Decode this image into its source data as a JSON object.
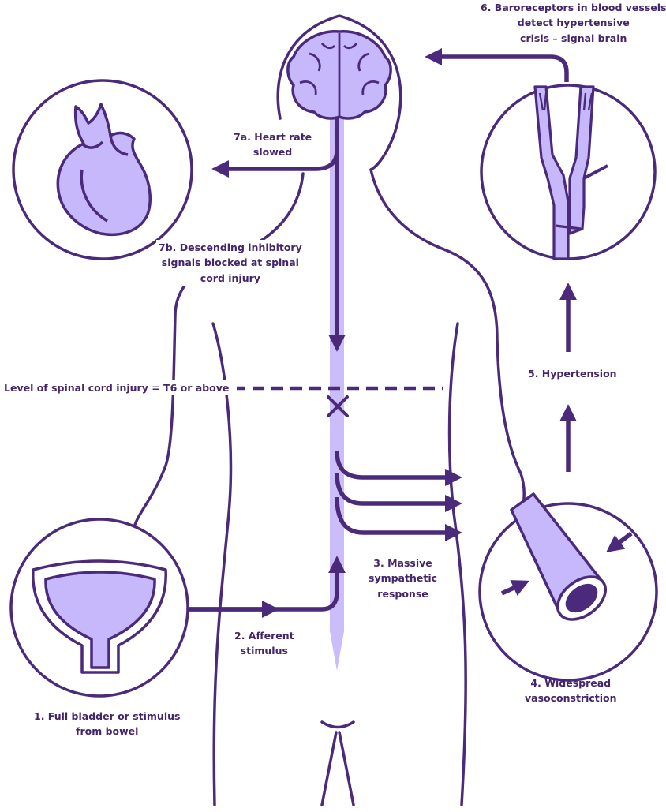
{
  "colors": {
    "stroke": "#4b2a7b",
    "fill": "#c7b7fb",
    "cord": "#cbbdf9",
    "text": "#44256b"
  },
  "labels": {
    "step1": [
      "1. Full bladder or stimulus",
      "from bowel"
    ],
    "step2": [
      "2. Afferent",
      "stimulus"
    ],
    "step3": [
      "3. Massive",
      "sympathetic",
      "response"
    ],
    "step4": [
      "4. Widespread",
      "vasoconstriction"
    ],
    "step5": [
      "5. Hypertension"
    ],
    "step6": [
      "6. Baroreceptors in blood vessels",
      "detect hypertensive",
      "crisis – signal brain"
    ],
    "step7a": [
      "7a. Heart rate",
      "slowed"
    ],
    "step7b": [
      "7b. Descending inhibitory",
      "signals blocked at spinal",
      "cord injury"
    ],
    "injury_level": [
      "Level of spinal cord injury = T6 or above"
    ]
  },
  "icons": [
    "brain-icon",
    "heart-icon",
    "bladder-icon",
    "blood-vessel-icon",
    "artery-branch-icon",
    "block-x-icon"
  ]
}
